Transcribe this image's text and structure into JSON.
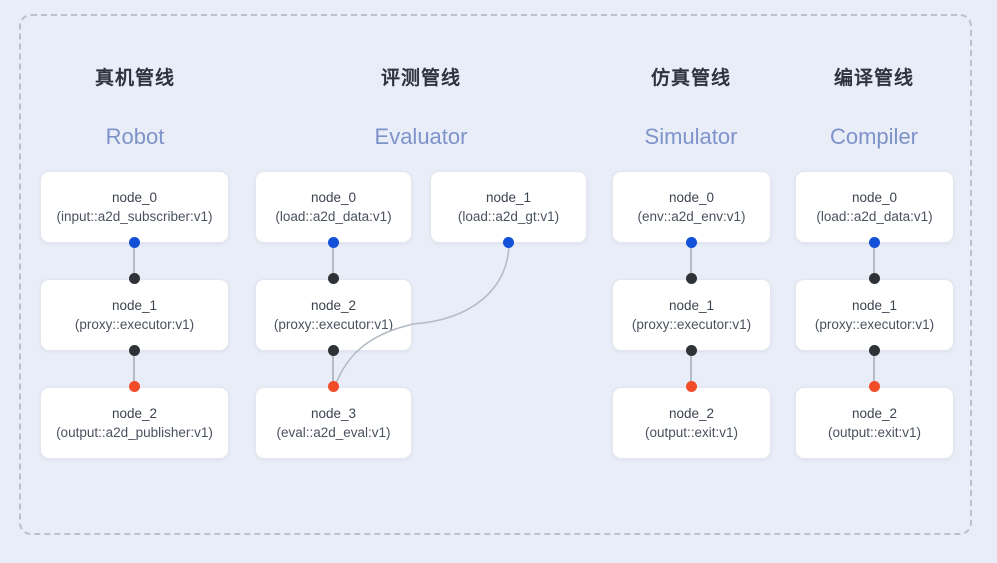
{
  "diagram": {
    "title_cn": "",
    "frame": "dashed-container",
    "colors": {
      "background": "#e9edf8",
      "frame_border": "#b9c0cf",
      "node_bg": "#ffffff",
      "node_border": "#e3e6ed",
      "title_text": "#2d3440",
      "subtitle_text": "#7e93ca",
      "port_blue": "#1350d8",
      "port_black": "#2f3338",
      "port_red": "#f04c28",
      "edge": "#b4bac6"
    }
  },
  "columns": [
    {
      "title_cn": "真机管线",
      "title_en": "Robot",
      "nodes": [
        {
          "name": "node_0",
          "type": "(input::a2d_subscriber:v1)"
        },
        {
          "name": "node_1",
          "type": "(proxy::executor:v1)"
        },
        {
          "name": "node_2",
          "type": "(output::a2d_publisher:v1)"
        }
      ]
    },
    {
      "title_cn": "评测管线",
      "title_en": "Evaluator",
      "nodes": [
        {
          "name": "node_0",
          "type": "(load::a2d_data:v1)"
        },
        {
          "name": "node_1",
          "type": "(load::a2d_gt:v1)"
        },
        {
          "name": "node_2",
          "type": "(proxy::executor:v1)"
        },
        {
          "name": "node_3",
          "type": "(eval::a2d_eval:v1)"
        }
      ]
    },
    {
      "title_cn": "仿真管线",
      "title_en": "Simulator",
      "nodes": [
        {
          "name": "node_0",
          "type": "(env::a2d_env:v1)"
        },
        {
          "name": "node_1",
          "type": "(proxy::executor:v1)"
        },
        {
          "name": "node_2",
          "type": "(output::exit:v1)"
        }
      ]
    },
    {
      "title_cn": "编译管线",
      "title_en": "Compiler",
      "nodes": [
        {
          "name": "node_0",
          "type": "(load::a2d_data:v1)"
        },
        {
          "name": "node_1",
          "type": "(proxy::executor:v1)"
        },
        {
          "name": "node_2",
          "type": "(output::exit:v1)"
        }
      ]
    }
  ]
}
